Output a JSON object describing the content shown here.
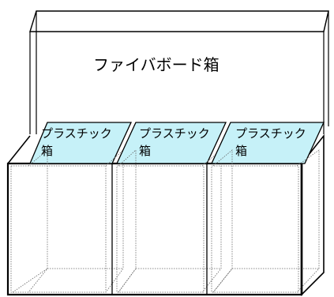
{
  "fiberboard_box": {
    "label": "ファイバボード箱"
  },
  "plastic_boxes": [
    {
      "label_line1": "プラスチック",
      "label_line2": "箱"
    },
    {
      "label_line1": "プラスチック",
      "label_line2": "箱"
    },
    {
      "label_line1": "プラスチック",
      "label_line2": "箱"
    }
  ],
  "colors": {
    "lid_fill": "#c6f1f8",
    "outline": "#000000",
    "background": "#ffffff"
  }
}
